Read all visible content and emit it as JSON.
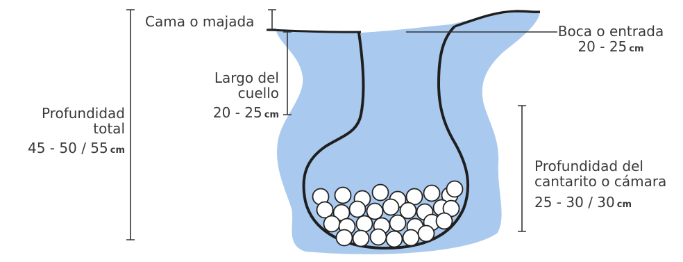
{
  "labels": {
    "bed": "Cama o majada",
    "mouth": {
      "title": "Boca o entrada",
      "range": "20 - 25",
      "unit": "cm"
    },
    "neck": {
      "title_line1": "Largo del",
      "title_line2": "cuello",
      "range": "20 - 25",
      "unit": "cm"
    },
    "total": {
      "title_line1": "Profundidad",
      "title_line2": "total",
      "range": "45 - 50 / 55",
      "unit": "cm"
    },
    "chamber": {
      "title_line1": "Profundidad del",
      "title_line2": "cantarito o cámara",
      "range": "25 - 30 / 30",
      "unit": "cm"
    }
  },
  "colors": {
    "soil": "#a9c9ee",
    "outline": "#1f1f1f",
    "egg_fill": "#ffffff",
    "egg_stroke": "#222222",
    "text": "#3a3a3a",
    "dimension_line": "#333333"
  }
}
